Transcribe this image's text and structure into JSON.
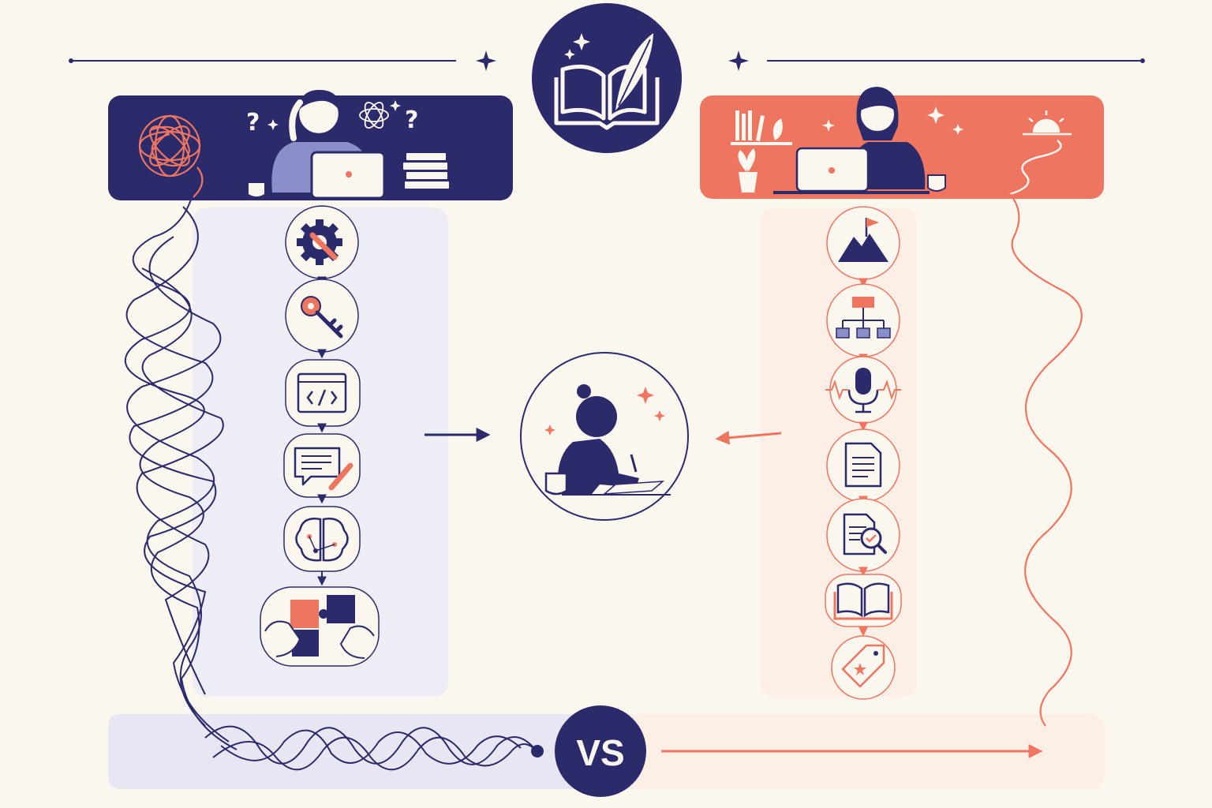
{
  "badge": {
    "vs_label": "VS"
  },
  "colors": {
    "background": "#fbf7ef",
    "navy": "#2b2a6b",
    "coral": "#ee7560",
    "lavender_panel": "#eeedf6",
    "peach_panel": "#fdeee6"
  },
  "left_path": {
    "header_scene": "confused-learner-at-laptop",
    "steps": [
      {
        "icon": "gear-wrench-icon"
      },
      {
        "icon": "key-icon"
      },
      {
        "icon": "code-window-icon"
      },
      {
        "icon": "chat-pencil-icon"
      },
      {
        "icon": "brain-network-icon"
      },
      {
        "icon": "puzzle-hands-icon"
      }
    ],
    "path_style": "tangled"
  },
  "right_path": {
    "header_scene": "calm-writer-at-laptop",
    "steps": [
      {
        "icon": "mountain-flag-icon"
      },
      {
        "icon": "flowchart-icon"
      },
      {
        "icon": "microphone-icon"
      },
      {
        "icon": "document-icon"
      },
      {
        "icon": "document-review-icon"
      },
      {
        "icon": "open-book-icon"
      },
      {
        "icon": "price-tag-icon"
      }
    ],
    "path_style": "smooth"
  },
  "center": {
    "icon": "writer-at-desk-icon",
    "top_icon": "book-quill-icon"
  }
}
